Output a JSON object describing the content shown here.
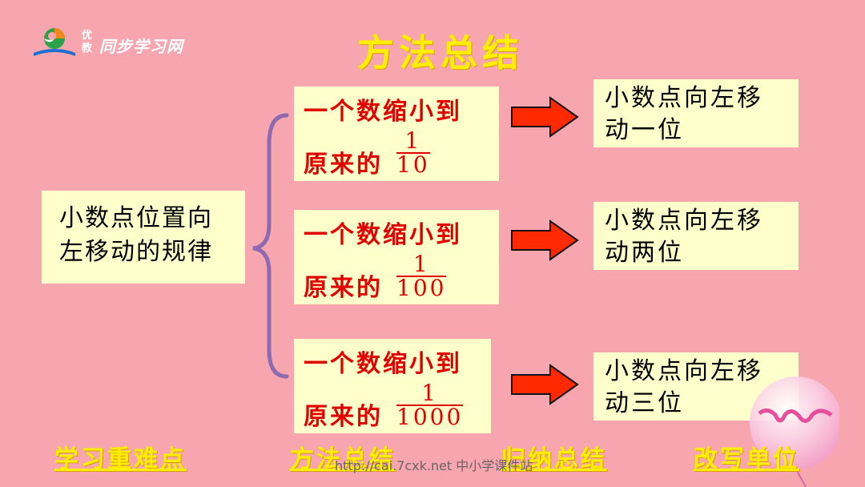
{
  "logo": {
    "small_top": "优",
    "small_bottom": "教",
    "text": "同步学习网"
  },
  "title": "方法总结",
  "main_box": {
    "line1": "小数点位置向",
    "line2": "左移动的规律"
  },
  "conditions": [
    {
      "line1": "一个数缩小到",
      "line2": "原来的",
      "numerator": "1",
      "denominator": "10"
    },
    {
      "line1": "一个数缩小到",
      "line2": "原来的",
      "numerator": "1",
      "denominator": "100"
    },
    {
      "line1": "一个数缩小到",
      "line2": "原来的",
      "numerator": "1",
      "denominator": "1000"
    }
  ],
  "results": [
    {
      "line1": "小数点向左移",
      "line2": "动一位"
    },
    {
      "line1": "小数点向左移",
      "line2": "动两位"
    },
    {
      "line1": "小数点向左移",
      "line2": "动三位"
    }
  ],
  "nav": {
    "key_points": "学习重难点",
    "method_summary": "方法总结",
    "induction_summary": "归纳总结",
    "rewrite_units": "改写单位"
  },
  "watermark": "http://cai.7cxk.net 中小学课件站",
  "colors": {
    "background": "#f7a5ae",
    "title": "#ffee00",
    "box": "#ffffcc",
    "condition_text": "#e00000",
    "arrow": "#ff2a00"
  }
}
